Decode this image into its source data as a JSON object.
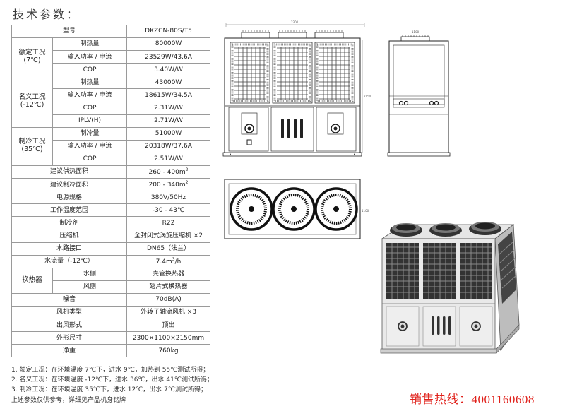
{
  "title": "技术参数：",
  "table": {
    "model_label": "型号",
    "model_value": "DKZCN-80S/T5",
    "rated": {
      "group": [
        "额定工况",
        "(7℃)"
      ],
      "heat_label": "制热量",
      "heat_value": "80000W",
      "input_label": "输入功率 / 电流",
      "input_value": "23529W/43.6A",
      "cop_label": "COP",
      "cop_value": "3.40W/W"
    },
    "nominal": {
      "group": [
        "名义工况",
        "(-12℃)"
      ],
      "heat_label": "制热量",
      "heat_value": "43000W",
      "input_label": "输入功率 / 电流",
      "input_value": "18615W/34.5A",
      "cop_label": "COP",
      "cop_value": "2.31W/W",
      "iplv_label": "IPLV(H)",
      "iplv_value": "2.71W/W"
    },
    "cooling": {
      "group": [
        "制冷工况",
        "(35℃)"
      ],
      "cool_label": "制冷量",
      "cool_value": "51000W",
      "input_label": "输入功率 / 电流",
      "input_value": "20318W/37.6A",
      "cop_label": "COP",
      "cop_value": "2.51W/W"
    },
    "heat_area_label": "建议供热面积",
    "heat_area_value": "260 - 400m",
    "heat_area_sup": "2",
    "cool_area_label": "建议制冷面积",
    "cool_area_value": "200 - 340m",
    "cool_area_sup": "2",
    "power_label": "电源规格",
    "power_value": "380V/50Hz",
    "temp_label": "工作温度范围",
    "temp_value": "-30 - 43℃",
    "refrig_label": "制冷剂",
    "refrig_value": "R22",
    "comp_label": "压缩机",
    "comp_value": "全封闭式涡旋压缩机 ×2",
    "pipe_label": "水路接口",
    "pipe_value": "DN65（法兰）",
    "flow_label": "水流量（-12℃）",
    "flow_value": "7.4m",
    "flow_sup": "3",
    "flow_unit": "/h",
    "hx_label": "换热器",
    "hx_water_label": "水侧",
    "hx_water_value": "壳管换热器",
    "hx_air_label": "风侧",
    "hx_air_value": "翅片式换热器",
    "noise_label": "噪音",
    "noise_value": "70dB(A)",
    "fan_label": "风机类型",
    "fan_value": "外转子轴流风机 ×3",
    "outlet_label": "出风形式",
    "outlet_value": "顶出",
    "size_label": "外形尺寸",
    "size_value": "2300×1100×2150mm",
    "weight_label": "净重",
    "weight_value": "760kg"
  },
  "notes": [
    "1. 额定工况：在环境温度 7℃下，进水 9℃，加热到 55℃测试所得；",
    "2. 名义工况：在环境温度 -12℃下，进水 36℃，出水 41℃测试所得；",
    "3. 制冷工况：在环境温度 35℃下，进水 12℃，出水 7℃测试所得；",
    "上述参数仅供参考，详细见产品机身铭牌"
  ],
  "hotline": {
    "label": "销售热线：",
    "number": "4001160608"
  },
  "drawings": {
    "front_width": "2300",
    "front_height": "2150",
    "side_width": "1100",
    "top_depth": "1100"
  }
}
